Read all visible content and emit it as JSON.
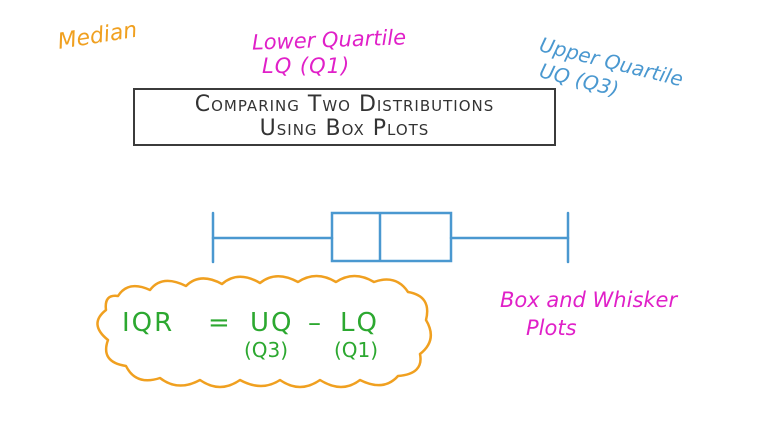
{
  "colors": {
    "orange": "#f0a020",
    "magenta": "#e020c8",
    "blue": "#4a98d0",
    "green": "#2ca830",
    "ink": "#333333"
  },
  "labels": {
    "median": "Median",
    "lower_quartile": "Lower Quartile",
    "lq_q1": "LQ (Q1)",
    "upper_quartile": "Upper Quartile",
    "uq_q3": "UQ (Q3)",
    "box_whisker_line1": "Box and Whisker",
    "box_whisker_line2": "Plots"
  },
  "title": {
    "line1": "Comparing Two Distributions",
    "line2": "Using Box Plots"
  },
  "formula": {
    "iqr": "IQR",
    "equals": "=",
    "uq": "UQ",
    "minus": "–",
    "lq": "LQ",
    "q3": "(Q3)",
    "q1": "(Q1)"
  }
}
